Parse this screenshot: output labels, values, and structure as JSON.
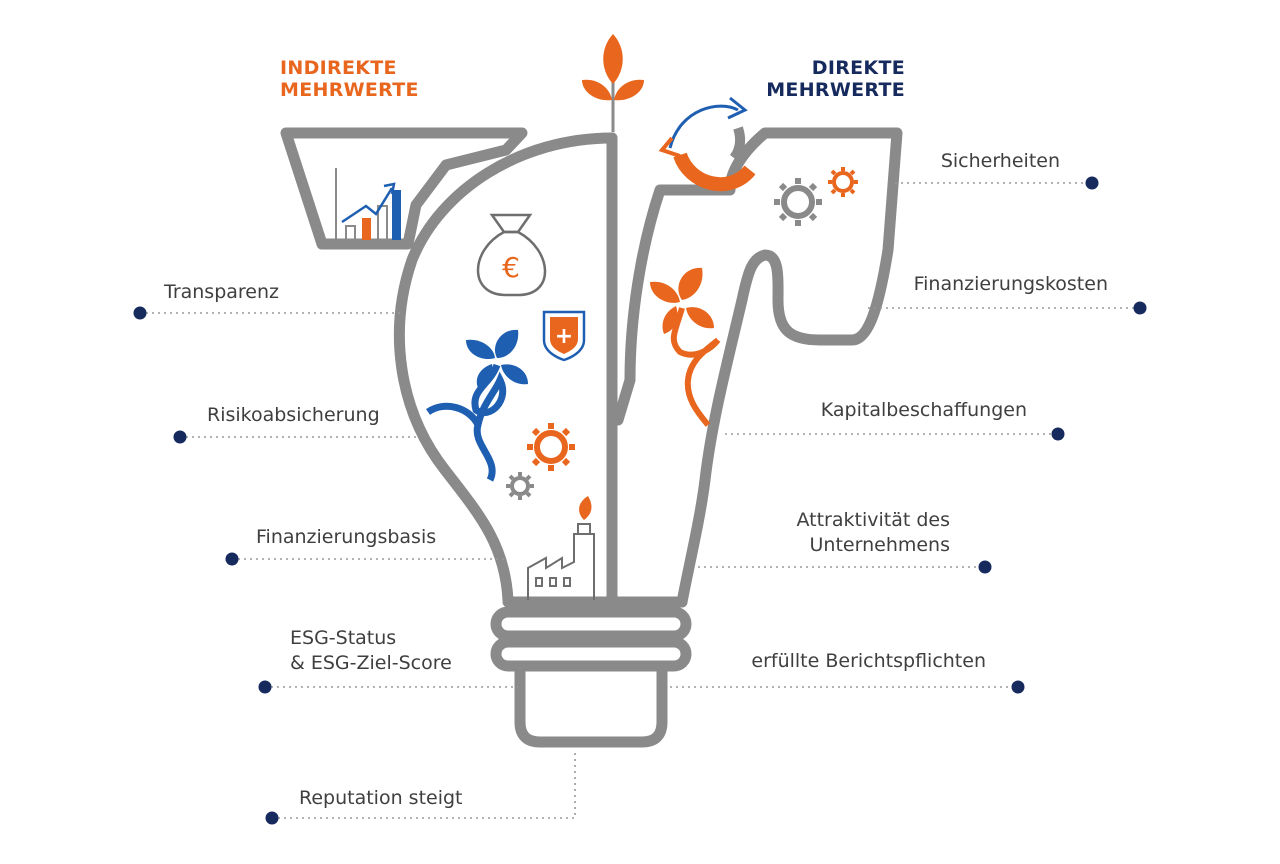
{
  "headings": {
    "indirect": {
      "line1": "INDIREKTE",
      "line2": "MEHRWERTE"
    },
    "direct": {
      "line1": "DIREKTE",
      "line2": "MEHRWERTE"
    }
  },
  "left_labels": [
    {
      "line1": "Transparenz"
    },
    {
      "line1": "Risikoabsicherung"
    },
    {
      "line1": "Finanzierungsbasis"
    },
    {
      "line1": "ESG-Status",
      "line2": "& ESG-Ziel-Score"
    },
    {
      "line1": "Reputation steigt"
    }
  ],
  "right_labels": [
    {
      "line1": "Sicherheiten"
    },
    {
      "line1": "Finanzierungskosten"
    },
    {
      "line1": "Kapitalbeschaffungen"
    },
    {
      "line1": "Attraktivität des",
      "line2": "Unternehmens"
    },
    {
      "line1": "erfüllte Berichtspflichten"
    }
  ],
  "icons": {
    "money_bag_symbol": "€",
    "shield_symbol": "+"
  },
  "colors": {
    "outline": "#8a8a8a",
    "orange": "#e8661d",
    "blue": "#1f5fb1",
    "navy": "#162a5e",
    "text": "#3f3f3f"
  }
}
